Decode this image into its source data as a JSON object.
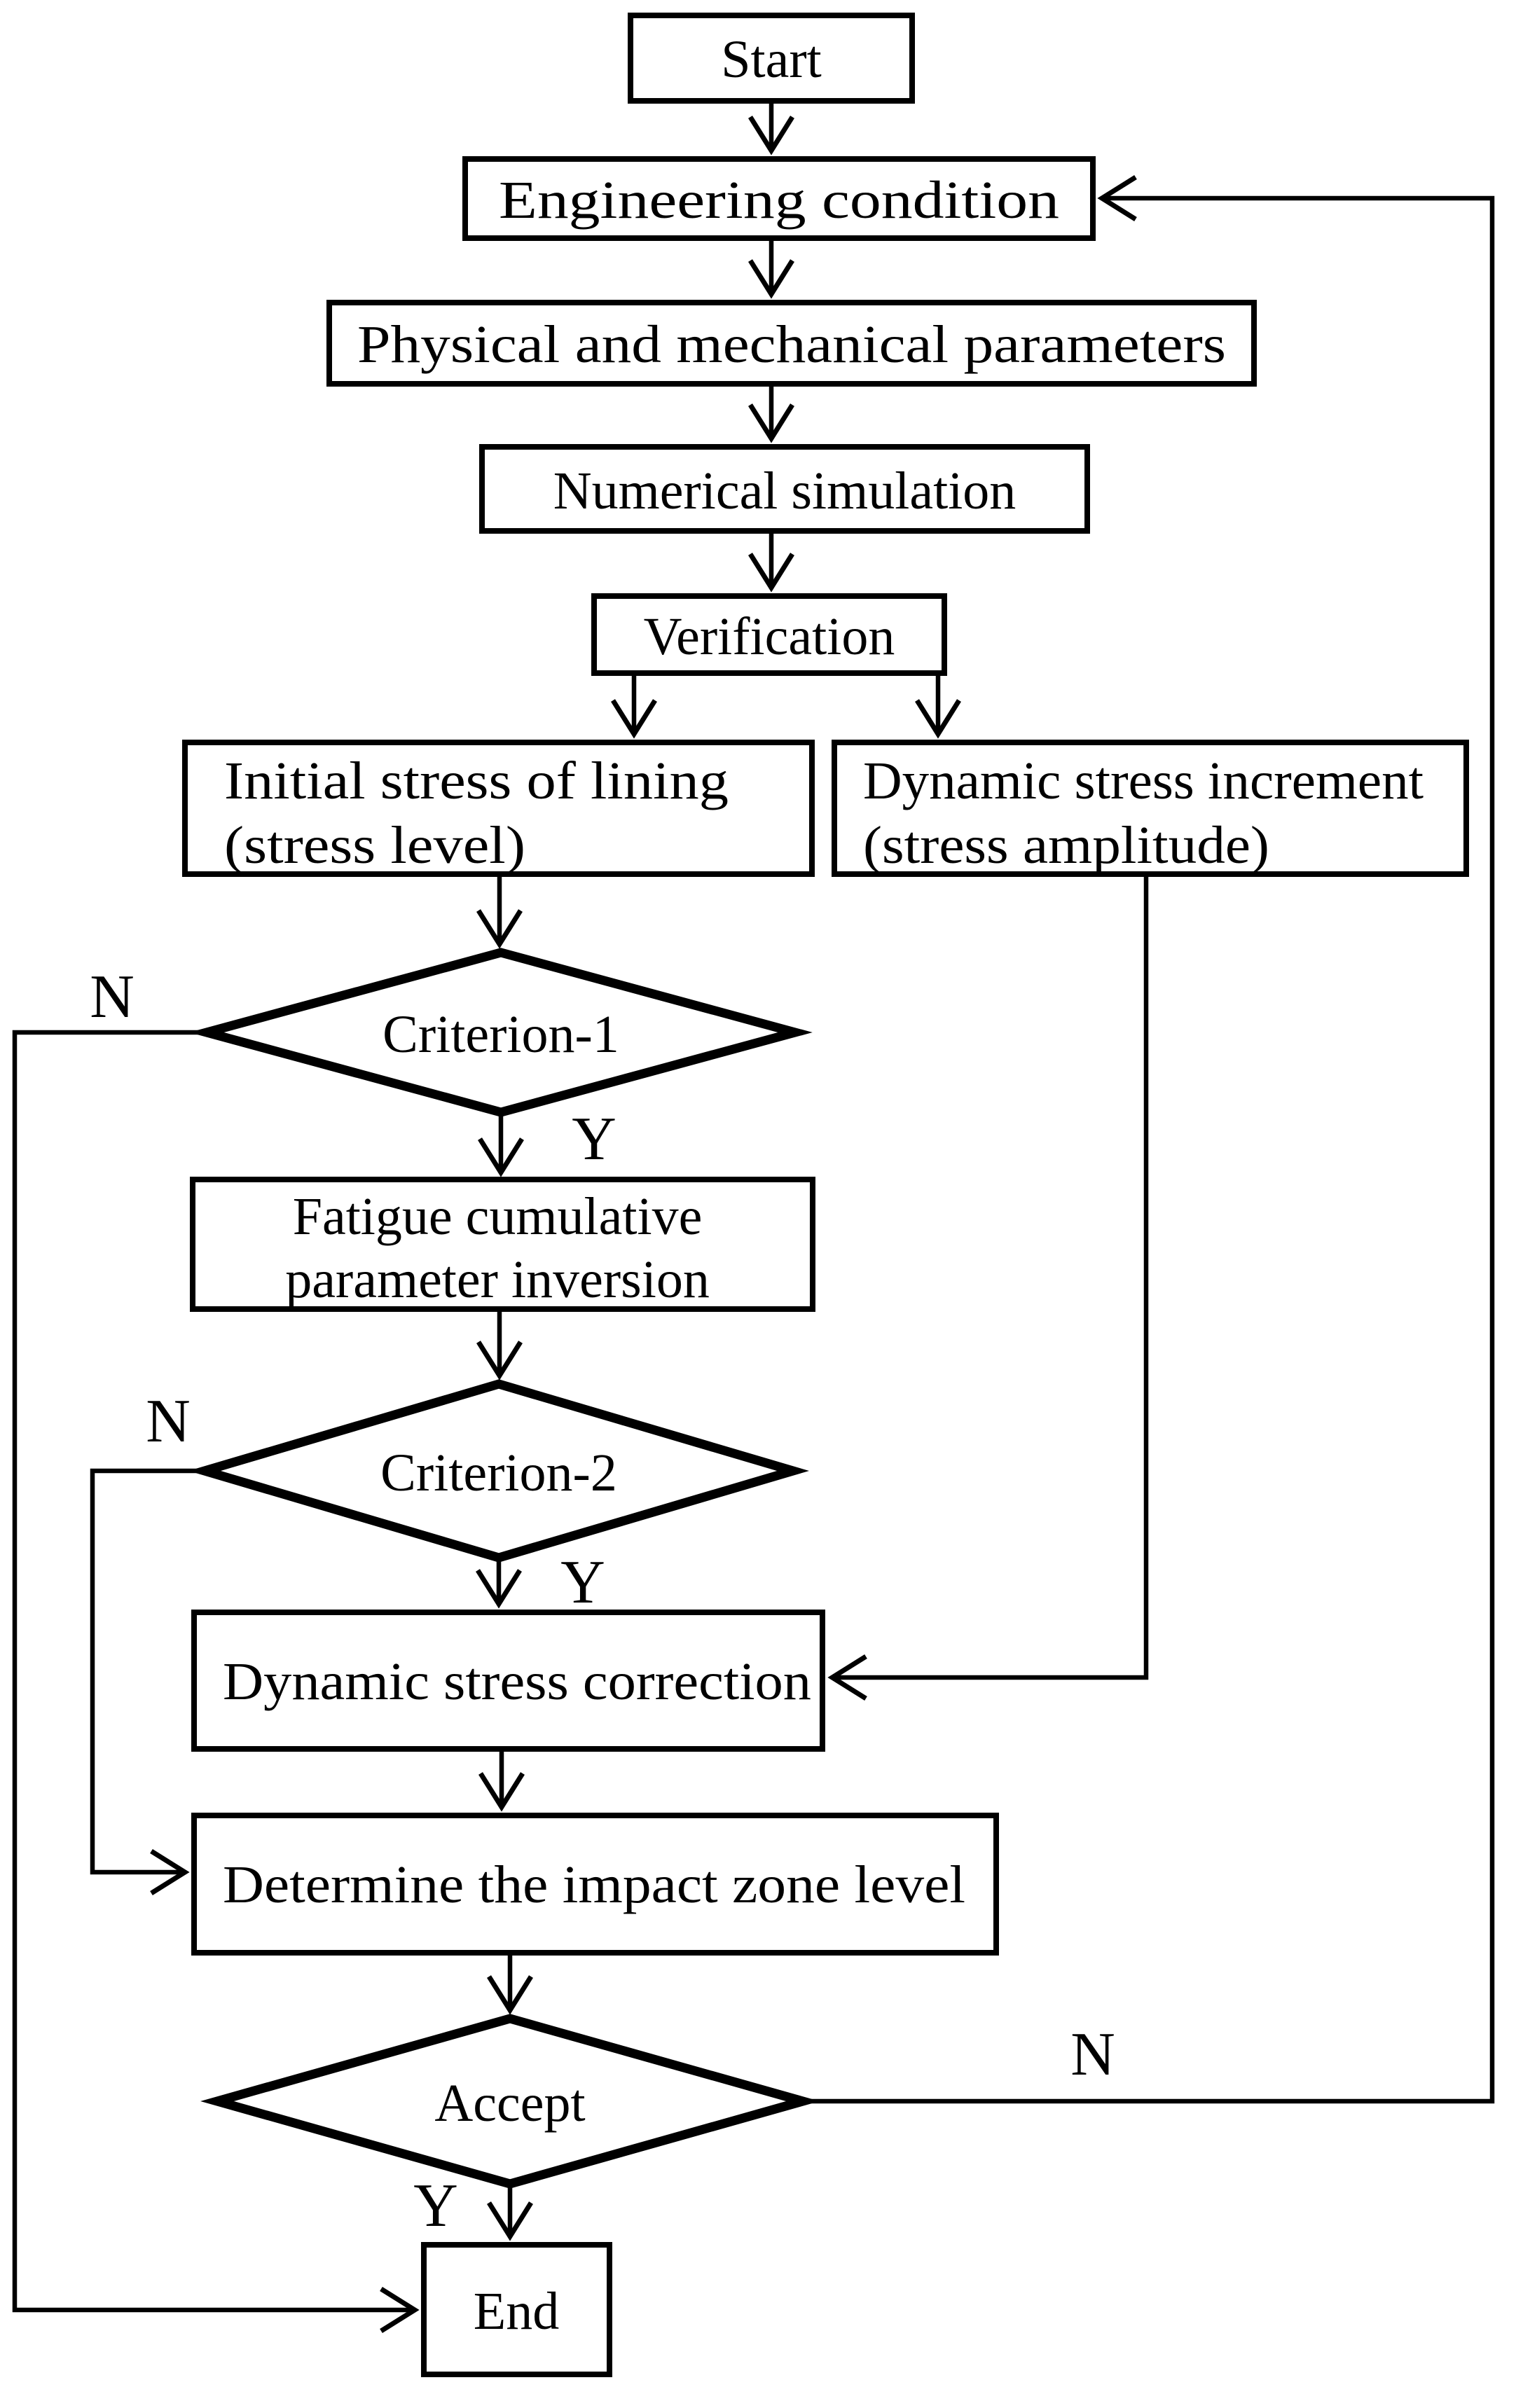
{
  "flowchart": {
    "nodes": {
      "start": {
        "label": "Start",
        "shape": "rect"
      },
      "engineering_condition": {
        "label": "Engineering condition",
        "shape": "rect"
      },
      "physical_parameters": {
        "label": "Physical and mechanical parameters",
        "shape": "rect"
      },
      "numerical_simulation": {
        "label": "Numerical simulation",
        "shape": "rect"
      },
      "verification": {
        "label": "Verification",
        "shape": "rect"
      },
      "initial_stress": {
        "line1": "Initial stress of lining",
        "line2": "(stress level)",
        "shape": "rect"
      },
      "dynamic_stress_increment": {
        "line1": "Dynamic stress increment",
        "line2": "(stress amplitude)",
        "shape": "rect"
      },
      "criterion_1": {
        "label": "Criterion-1",
        "shape": "diamond"
      },
      "fatigue_inversion": {
        "line1": "Fatigue cumulative",
        "line2": "parameter inversion",
        "shape": "rect"
      },
      "criterion_2": {
        "label": "Criterion-2",
        "shape": "diamond"
      },
      "dynamic_stress_correction": {
        "label": "Dynamic stress correction",
        "shape": "rect"
      },
      "impact_zone": {
        "label": "Determine the impact zone level",
        "shape": "rect"
      },
      "accept": {
        "label": "Accept",
        "shape": "diamond"
      },
      "end": {
        "label": "End",
        "shape": "rect"
      }
    },
    "edge_labels": {
      "criterion_1_yes": "Y",
      "criterion_1_no": "N",
      "criterion_2_yes": "Y",
      "criterion_2_no": "N",
      "accept_yes": "Y",
      "accept_no": "N"
    },
    "edges": [
      {
        "from": "start",
        "to": "engineering_condition"
      },
      {
        "from": "engineering_condition",
        "to": "physical_parameters"
      },
      {
        "from": "physical_parameters",
        "to": "numerical_simulation"
      },
      {
        "from": "numerical_simulation",
        "to": "verification"
      },
      {
        "from": "verification",
        "to": "initial_stress"
      },
      {
        "from": "verification",
        "to": "dynamic_stress_increment"
      },
      {
        "from": "initial_stress",
        "to": "criterion_1"
      },
      {
        "from": "criterion_1",
        "to": "fatigue_inversion",
        "label": "Y"
      },
      {
        "from": "criterion_1",
        "to": "end",
        "label": "N"
      },
      {
        "from": "fatigue_inversion",
        "to": "criterion_2"
      },
      {
        "from": "criterion_2",
        "to": "dynamic_stress_correction",
        "label": "Y"
      },
      {
        "from": "criterion_2",
        "to": "impact_zone",
        "label": "N"
      },
      {
        "from": "dynamic_stress_increment",
        "to": "dynamic_stress_correction"
      },
      {
        "from": "dynamic_stress_correction",
        "to": "impact_zone"
      },
      {
        "from": "impact_zone",
        "to": "accept"
      },
      {
        "from": "accept",
        "to": "end",
        "label": "Y"
      },
      {
        "from": "accept",
        "to": "engineering_condition",
        "label": "N"
      }
    ],
    "colors": {
      "stroke": "#000000",
      "background": "#ffffff",
      "text": "#000000"
    }
  }
}
